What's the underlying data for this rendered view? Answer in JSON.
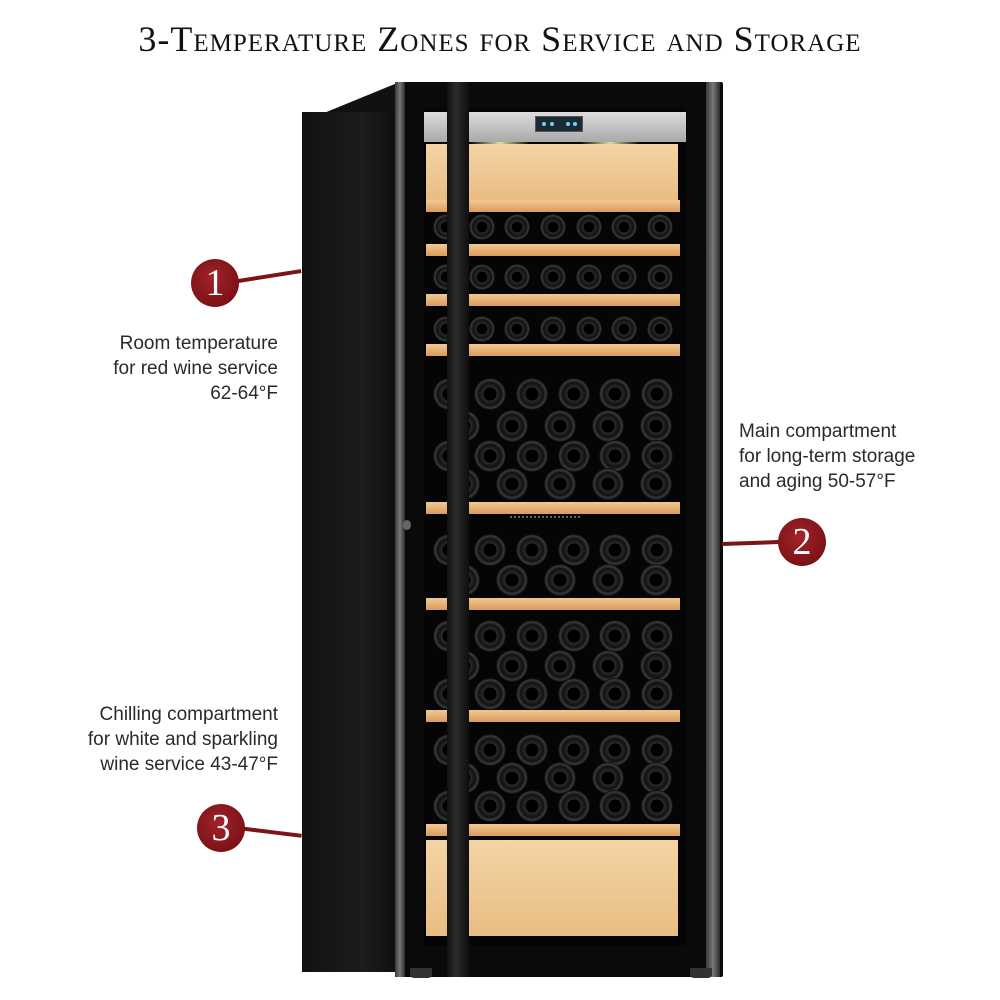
{
  "title": "3-Temperature Zones for Service and Storage",
  "product": {
    "type": "wine-cabinet",
    "accent_color": "#7d1217",
    "wood_color": "#eec28a",
    "cabinet_color": "#0f0f0f"
  },
  "zones": [
    {
      "number": "1",
      "line1": "Room temperature",
      "line2": "for red wine service",
      "line3": "62-64°F"
    },
    {
      "number": "2",
      "line1": "Main compartment",
      "line2": "for long-term storage",
      "line3": "and aging 50-57°F"
    },
    {
      "number": "3",
      "line1": "Chilling compartment",
      "line2": "for white and sparkling",
      "line3": "wine service 43-47°F"
    }
  ]
}
